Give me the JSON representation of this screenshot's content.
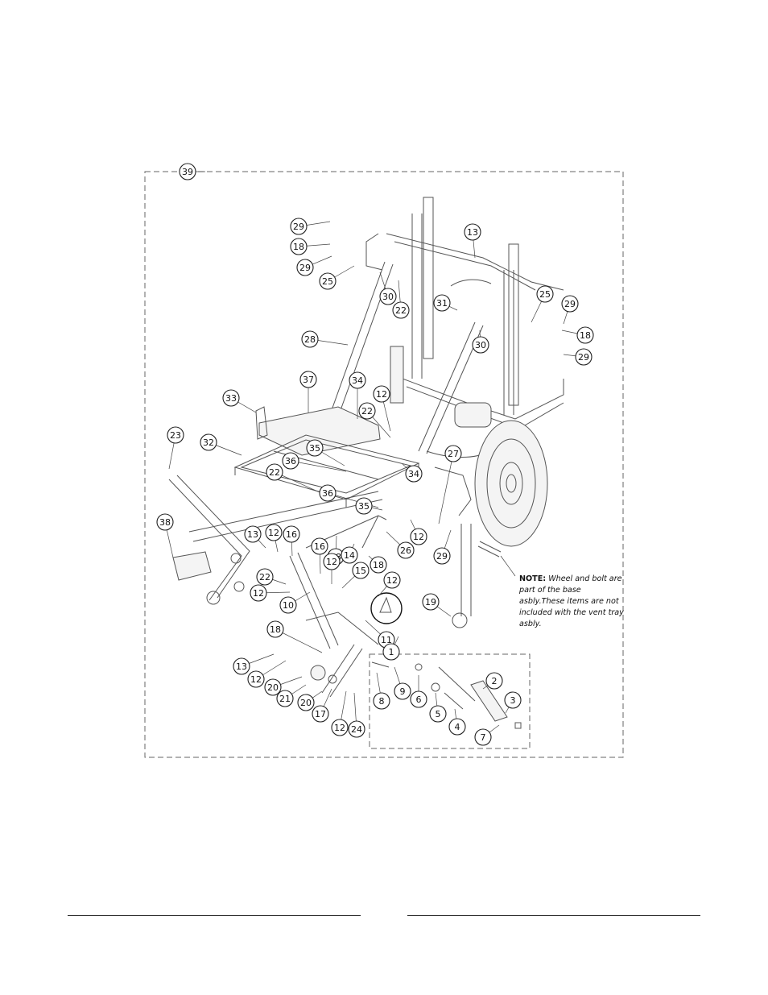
{
  "callouts": [
    {
      "label": "39"
    },
    {
      "label": "29"
    },
    {
      "label": "18"
    },
    {
      "label": "29"
    },
    {
      "label": "25"
    },
    {
      "label": "30"
    },
    {
      "label": "22"
    },
    {
      "label": "13"
    },
    {
      "label": "31"
    },
    {
      "label": "30"
    },
    {
      "label": "25"
    },
    {
      "label": "29"
    },
    {
      "label": "18"
    },
    {
      "label": "29"
    },
    {
      "label": "28"
    },
    {
      "label": "37"
    },
    {
      "label": "34"
    },
    {
      "label": "12"
    },
    {
      "label": "33"
    },
    {
      "label": "22"
    },
    {
      "label": "23"
    },
    {
      "label": "32"
    },
    {
      "label": "35"
    },
    {
      "label": "36"
    },
    {
      "label": "22"
    },
    {
      "label": "34"
    },
    {
      "label": "27"
    },
    {
      "label": "36"
    },
    {
      "label": "35"
    },
    {
      "label": "38"
    },
    {
      "label": "13"
    },
    {
      "label": "12"
    },
    {
      "label": "16"
    },
    {
      "label": "18"
    },
    {
      "label": "12"
    },
    {
      "label": "26"
    },
    {
      "label": "29"
    },
    {
      "label": "16"
    },
    {
      "label": "12"
    },
    {
      "label": "14"
    },
    {
      "label": "18"
    },
    {
      "label": "15"
    },
    {
      "label": "22"
    },
    {
      "label": "12"
    },
    {
      "label": "12"
    },
    {
      "label": "10"
    },
    {
      "label": "19"
    },
    {
      "label": "11"
    },
    {
      "label": "18"
    },
    {
      "label": "1"
    },
    {
      "label": "13"
    },
    {
      "label": "12"
    },
    {
      "label": "20"
    },
    {
      "label": "21"
    },
    {
      "label": "20"
    },
    {
      "label": "17"
    },
    {
      "label": "12"
    },
    {
      "label": "24"
    },
    {
      "label": "8"
    },
    {
      "label": "9"
    },
    {
      "label": "6"
    },
    {
      "label": "5"
    },
    {
      "label": "4"
    },
    {
      "label": "2"
    },
    {
      "label": "3"
    },
    {
      "label": "7"
    }
  ],
  "note": {
    "heading": "NOTE:",
    "text": "Wheel and bolt are part of the base asbly.These items are not included with the vent tray asbly."
  }
}
